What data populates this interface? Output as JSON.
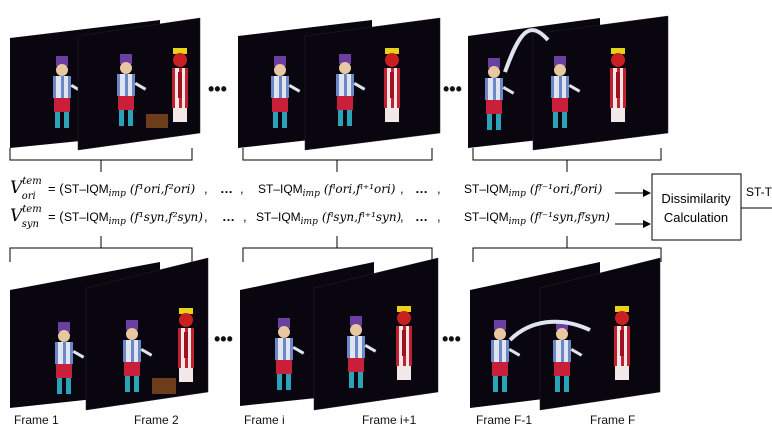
{
  "frames_top": {
    "group1": [
      "frame-1",
      "frame-2"
    ],
    "group2": [
      "frame-i",
      "frame-i+1"
    ],
    "group3": [
      "frame-F-1",
      "frame-F"
    ]
  },
  "ellipsis": "•••",
  "equations": {
    "ori": {
      "lhs_main": "V",
      "lhs_sup": "tem",
      "lhs_sub": "ori",
      "equals": "= (",
      "term1_prefix": "ST–IQM",
      "term1_sub": "imp",
      "term1_args": "(f¹ori,f²ori)",
      "term2_args": "(fⁱori,fⁱ⁺¹ori)",
      "term3_args": "(fᶠ⁻¹ori,fᶠori)",
      "comma": ",",
      "dots": "…"
    },
    "syn": {
      "lhs_main": "V",
      "lhs_sup": "tem",
      "lhs_sub": "syn",
      "equals": "= (",
      "term1_prefix": "ST–IQM",
      "term1_sub": "imp",
      "term1_args": "(f¹syn,f²syn)",
      "term2_args": "(fⁱsyn,fⁱ⁺¹syn)",
      "term3_args": "(fᶠ⁻¹syn,fᶠsyn)",
      "comma": ",",
      "dots": "…"
    }
  },
  "dissimilarity_box": {
    "line1": "Dissimilarity",
    "line2": "Calculation"
  },
  "output_label": "ST-T",
  "frame_labels": {
    "f1": "Frame 1",
    "f2": "Frame 2",
    "fi": "Frame i",
    "fi1": "Frame i+1",
    "fF1": "Frame F-1",
    "fF": "Frame F"
  },
  "colors": {
    "frame_bg": "#0a0610",
    "line": "#000000"
  }
}
